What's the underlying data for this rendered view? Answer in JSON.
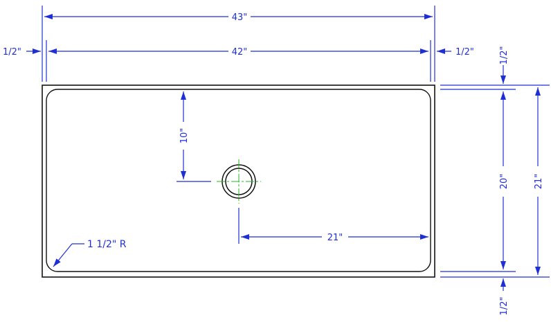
{
  "colors": {
    "dimension": "#1f2fd6",
    "outline": "#111111",
    "centerline": "#22bb22",
    "background": "#ffffff"
  },
  "dimensions": {
    "overall_width": "43\"",
    "inner_width": "42\"",
    "wall_left": "1/2\"",
    "wall_right": "1/2\"",
    "wall_top": "1/2\"",
    "wall_bottom": "1/2\"",
    "inner_depth": "20\"",
    "overall_depth": "21\"",
    "drain_from_top": "10\"",
    "drain_from_right": "21\"",
    "corner_radius": "1 1/2\" R"
  }
}
